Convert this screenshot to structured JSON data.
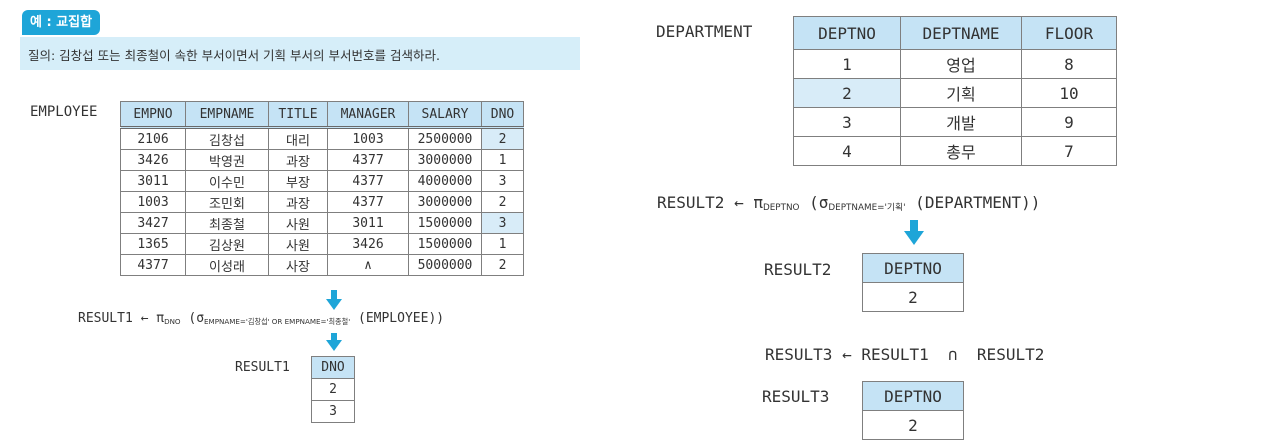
{
  "badge": "예 : 교집합",
  "query": "질의: 김창섭 또는 최종철이 속한 부서이면서 기획 부서의 부서번호를 검색하라.",
  "employee": {
    "label": "EMPLOYEE",
    "headers": [
      "EMPNO",
      "EMPNAME",
      "TITLE",
      "MANAGER",
      "SALARY",
      "DNO"
    ],
    "rows": [
      [
        "2106",
        "김창섭",
        "대리",
        "1003",
        "2500000",
        "2"
      ],
      [
        "3426",
        "박영권",
        "과장",
        "4377",
        "3000000",
        "1"
      ],
      [
        "3011",
        "이수민",
        "부장",
        "4377",
        "4000000",
        "3"
      ],
      [
        "1003",
        "조민회",
        "과장",
        "4377",
        "3000000",
        "2"
      ],
      [
        "3427",
        "최종철",
        "사원",
        "3011",
        "1500000",
        "3"
      ],
      [
        "1365",
        "김상원",
        "사원",
        "3426",
        "1500000",
        "1"
      ],
      [
        "4377",
        "이성래",
        "사장",
        "∧",
        "5000000",
        "2"
      ]
    ]
  },
  "result1": {
    "lhs": "RESULT1 ← π",
    "proj_sub": "DNO",
    "sel_open": " (σ",
    "sel_sub": "EMPNAME='김창섭' OR  EMPNAME='최종철'",
    "rest": " (EMPLOYEE))",
    "label": "RESULT1",
    "header": "DNO",
    "values": [
      "2",
      "3"
    ]
  },
  "department": {
    "label": "DEPARTMENT",
    "headers": [
      "DEPTNO",
      "DEPTNAME",
      "FLOOR"
    ],
    "rows": [
      [
        "1",
        "영업",
        "8"
      ],
      [
        "2",
        "기획",
        "10"
      ],
      [
        "3",
        "개발",
        "9"
      ],
      [
        "4",
        "총무",
        "7"
      ]
    ]
  },
  "result2": {
    "lhs": "RESULT2 ← π",
    "proj_sub": "DEPTNO",
    "sel_open": " (σ",
    "sel_sub": "DEPTNAME='기획'",
    "rest": " (DEPARTMENT))",
    "label": "RESULT2",
    "header": "DEPTNO",
    "value": "2"
  },
  "result3": {
    "expr": "RESULT3 ← RESULT1  ∩  RESULT2",
    "label": "RESULT3",
    "header": "DEPTNO",
    "value": "2"
  },
  "colors": {
    "badge": "#1ea5d8",
    "bar": "#d6eef9",
    "header_fill": "#c5e3f5",
    "arrow": "#1ea5d8"
  }
}
